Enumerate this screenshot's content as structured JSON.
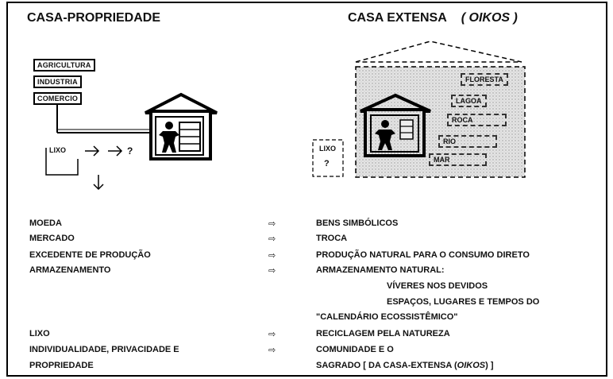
{
  "left_title": "CASA-PROPRIEDADE",
  "right_title": "CASA EXTENSA",
  "right_title_italic": "( OIKOS )",
  "left_boxes": [
    "AGRICULTURA",
    "INDUSTRIA",
    "COMERCIO"
  ],
  "left_lixo": "LIXO",
  "left_question": "?",
  "right_boxes": [
    "FLORESTA",
    "LAGOA",
    "ROCA",
    "RIO",
    "MAR"
  ],
  "right_lixo": "LIXO",
  "right_question": "?",
  "arrow_symbol": "⇨",
  "rows": [
    {
      "left": "MOEDA",
      "right": "BENS SIMBÓLICOS"
    },
    {
      "left": "MERCADO",
      "right": "TROCA"
    },
    {
      "left": "EXCEDENTE DE PRODUÇÃO",
      "right": "PRODUÇÃO NATURAL PARA O CONSUMO DIRETO"
    },
    {
      "left": "ARMAZENAMENTO",
      "right": "ARMAZENAMENTO NATURAL:"
    }
  ],
  "sub_lines": [
    "VÍVERES NOS DEVIDOS",
    "ESPAÇOS, LUGARES E TEMPOS DO",
    "\"CALENDÁRIO ECOSSISTÊMICO\""
  ],
  "rows2": [
    {
      "left": "LIXO",
      "right": "RECICLAGEM PELA NATUREZA"
    },
    {
      "left": "INDIVIDUALIDADE, PRIVACIDADE E",
      "right": "COMUNIDADE E O"
    }
  ],
  "last_left": "PROPRIEDADE",
  "last_right_a": "SAGRADO  [ DA CASA-EXTENSA (",
  "last_right_italic": "OIKOS",
  "last_right_b": ") ]"
}
